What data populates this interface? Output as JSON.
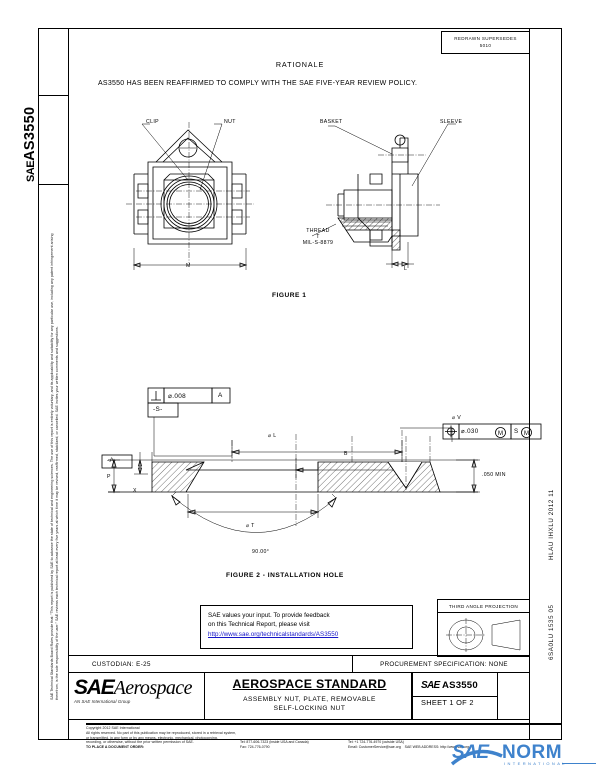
{
  "document": {
    "standard_id": "AS3550",
    "sidebar_id_label": "SAE AS3550",
    "sidebar_legal_text": "SAE Technical Standards Board Rules provide that: \"This report is published by SAE to advance the state of technical and engineering sciences. The use of this report is entirely voluntary, and its applicability and suitability for any particular use, including any patent infringement arising therefrom, is the sole responsibility of the user.\" SAE reviews each technical report at least every five years at which time it may be revised, reaffirmed, stabilized, or cancelled. SAE invites your written comments and suggestions.",
    "revision_box": "REDRAWN SUPERSEDES\n5010",
    "right_margin_code_1": "HLAU IHXLU 2012 11",
    "right_margin_code_2": "6SA0LU 1535 05"
  },
  "rationale": {
    "title": "RATIONALE",
    "body": "AS3550 HAS BEEN REAFFIRMED TO COMPLY WITH THE SAE FIVE-YEAR REVIEW POLICY."
  },
  "figure1": {
    "caption": "FIGURE 1",
    "labels": {
      "clip": "CLIP",
      "nut": "NUT",
      "basket": "BASKET",
      "sleeve": "SLEEVE",
      "thread_line1": "THREAD",
      "thread_line2": "T",
      "thread_line3": "MIL-S-8879",
      "dim_m": "M",
      "dim_l": "L"
    }
  },
  "figure2": {
    "caption": "FIGURE 2 - INSTALLATION HOLE",
    "gdt_perpendicularity": {
      "symbol": "⟂",
      "tolerance": "⌀.008",
      "datum": "A"
    },
    "datum_s": "-S-",
    "datum_a": "-A-",
    "gdt_position": {
      "symbol": "⊕",
      "tolerance": "⌀.030",
      "modifier1": "M",
      "datum": "S",
      "modifier2": "M"
    },
    "labels": {
      "dia_v": "⌀ V",
      "dia_l": "⌀ L",
      "dia_t": "⌀ T",
      "dim_b": "B",
      "dim_p": "P",
      "dim_x": "X",
      "angle": "90.00°",
      "min_depth": ".050 MIN"
    }
  },
  "feedback": {
    "line1": "SAE values your input. To provide feedback",
    "line2": "on this Technical Report, please visit",
    "link": "http://www.sae.org/technicalstandards/AS3550"
  },
  "projection": {
    "title": "THIRD ANGLE PROJECTION"
  },
  "titleblock": {
    "custodian": "CUSTODIAN: E-25",
    "procurement_spec": "PROCUREMENT SPECIFICATION: NONE",
    "logo_sae": "SAE",
    "logo_aerospace": "Aerospace",
    "logo_sub": "AN SAE International Group",
    "doc_type": "AEROSPACE STANDARD",
    "title_line1": "ASSEMBLY NUT, PLATE, REMOVABLE",
    "title_line2": "SELF-LOCKING NUT",
    "number_prefix": "SAE",
    "number": "AS3550",
    "sheet": "SHEET 1 OF 2"
  },
  "footer": {
    "copyright": "Copyright 2012 SAE International",
    "rights_line1": "All rights reserved. No part of this publication may be reproduced, stored in a retrieval system,",
    "rights_line2": "or transmitted, in any form or by any means, electronic, mechanical, photocopying,",
    "rights_line3": "recording, or otherwise, without the prior written permission of SAE.",
    "order_label": "TO PLACE A DOCUMENT ORDER:",
    "tel_usa": "Tel:        877-606-7323 (inside USA and Canada)",
    "tel_intl": "Tel:       +1 724-776-4970 (outside USA)",
    "fax": "Fax:       724-776-0790",
    "email": "Email:   CustomerService@sae.org",
    "web_label": "SAE WEB ADDRESS:",
    "web_url": "http://www.sae.org"
  },
  "watermark": {
    "text1": "SAE",
    "text2": "NORM",
    "subtitle": "INTERNATIONAL"
  },
  "colors": {
    "link": "#1414c8",
    "watermark": "#2e78c8",
    "ink": "#000000"
  }
}
